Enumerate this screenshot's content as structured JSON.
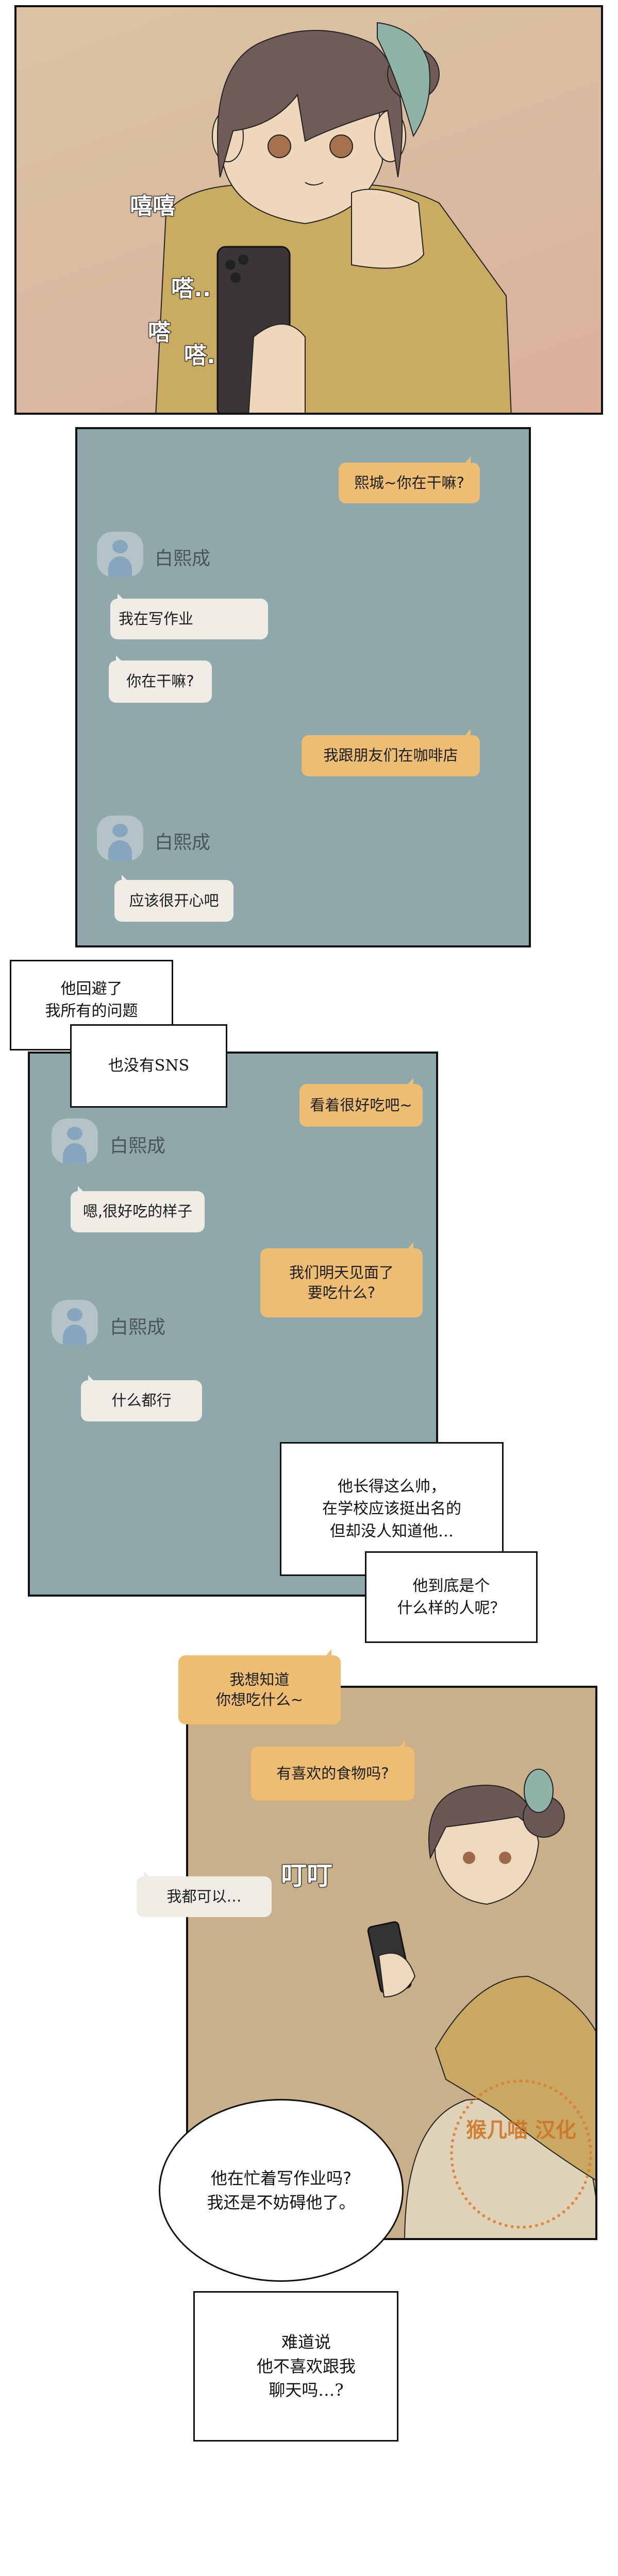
{
  "colors": {
    "chat_bg": "#8ea8ab",
    "my_bubble": "#ecbd72",
    "their_bubble": "#eeece5",
    "panel1_bg": "#d9bfa0",
    "panel4_bg": "#c9b08b"
  },
  "panel1": {
    "sfx": [
      "嘻嘻",
      "嗒..",
      "嗒",
      "嗒."
    ]
  },
  "panel2": {
    "messages": [
      {
        "from": "me",
        "text": "熙城~你在干嘛?"
      },
      {
        "from": "contact",
        "name": "白熙成"
      },
      {
        "from": "them",
        "text": "我在写作业"
      },
      {
        "from": "them",
        "text": "你在干嘛?"
      },
      {
        "from": "me",
        "text": "我跟朋友们在咖啡店"
      },
      {
        "from": "contact",
        "name": "白熙成"
      },
      {
        "from": "them",
        "text": "应该很开心吧"
      }
    ]
  },
  "panel3": {
    "captions": [
      "他回避了\n我所有的问题",
      "也没有SNS",
      "他长得这么帅，\n在学校应该挺出名的\n但却没人知道他…",
      "他到底是个\n什么样的人呢？"
    ],
    "messages": [
      {
        "from": "me",
        "text": "看着很好吃吧~"
      },
      {
        "from": "contact",
        "name": "白熙成"
      },
      {
        "from": "them",
        "text": "嗯,很好吃的样子"
      },
      {
        "from": "me",
        "text": "我们明天见面了\n要吃什么?"
      },
      {
        "from": "contact",
        "name": "白熙成"
      },
      {
        "from": "them",
        "text": "什么都行"
      }
    ]
  },
  "panel4": {
    "messages": [
      {
        "from": "me",
        "text": "我想知道\n你想吃什么~"
      },
      {
        "from": "me",
        "text": "有喜欢的食物吗?"
      },
      {
        "from": "them",
        "text": "我都可以…"
      }
    ],
    "sfx": "叮叮",
    "thought": "他在忙着写作业吗?\n我还是不妨碍他了。",
    "watermark": "猴几喵 汉化"
  },
  "final_caption": "难道说\n他不喜欢跟我\n聊天吗…?"
}
